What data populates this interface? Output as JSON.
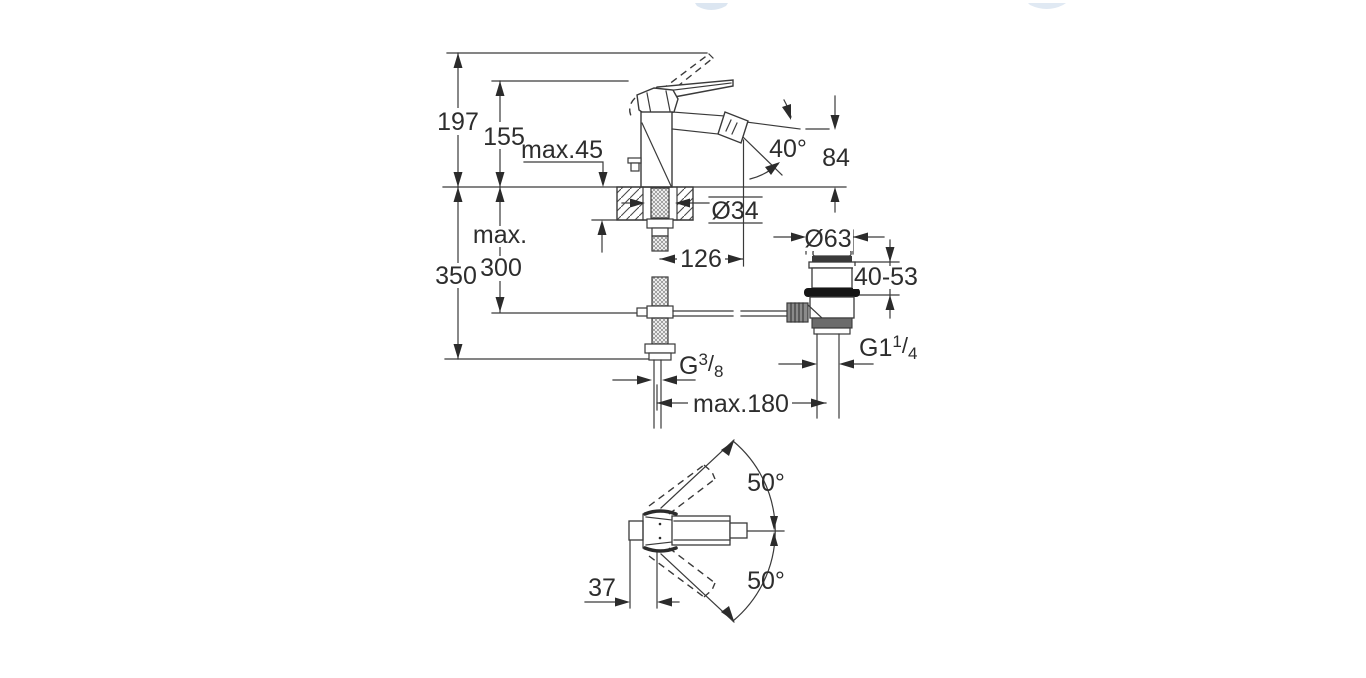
{
  "dimensions": {
    "height_197": "197",
    "height_155": "155",
    "max_45": "max.45",
    "angle_40": "40°",
    "height_84": "84",
    "dia_34": "Ø34",
    "projection_126": "126",
    "dia_63": "Ø63",
    "range_40_53": "40-53",
    "max_label": "max.",
    "depth_350": "350",
    "depth_300": "300",
    "max_180": "max.180",
    "offset_37": "37",
    "angle_50_up": "50°",
    "angle_50_down": "50°",
    "thread_g38": {
      "base": "G",
      "sup": "3",
      "slash": "/",
      "sub": "8"
    },
    "thread_g114": {
      "base": "G1",
      "sup": "1",
      "slash": "/",
      "sub": "4"
    }
  },
  "colors": {
    "line": "#3a3a3a",
    "text": "#2d2d2d",
    "gasket": "#161616",
    "watermark": "#dde7f2",
    "background": "#ffffff"
  }
}
